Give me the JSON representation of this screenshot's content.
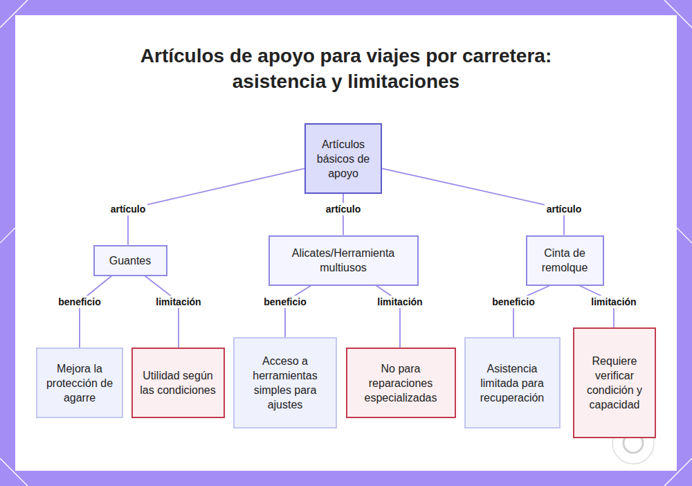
{
  "diagram": {
    "title": "Artículos de apoyo para viajes por carretera: asistencia y limitaciones",
    "nodes": [
      {
        "text": [
          "Artículos básicos de apoyo"
        ]
      },
      {
        "text": [
          "Guantes"
        ]
      },
      {
        "text": [
          "Alicates/Herramienta multiusos"
        ]
      },
      {
        "text": [
          "Cinta de remolque"
        ]
      },
      {
        "text": [
          "Mejora la protección de agarre"
        ]
      },
      {
        "text": [
          "Utilidad según las condiciones"
        ]
      },
      {
        "text": [
          "Acceso a herramientas simples para ajustes"
        ]
      },
      {
        "text": [
          "No para reparaciones especializadas"
        ]
      },
      {
        "text": [
          "Asistencia limitada para recuperación"
        ]
      },
      {
        "text": [
          "Requiere verificar condición y capacidad"
        ]
      }
    ],
    "edges": [
      {
        "from": 0,
        "to": 1,
        "label": "artículo",
        "arrow": "none"
      },
      {
        "from": 0,
        "to": 2,
        "label": "artículo",
        "arrow": "none"
      },
      {
        "from": 0,
        "to": 3,
        "label": "artículo",
        "arrow": "none"
      },
      {
        "from": 1,
        "to": 4,
        "label": "beneficio",
        "arrow": "none"
      },
      {
        "from": 1,
        "to": 5,
        "label": "limitación",
        "arrow": "none"
      },
      {
        "from": 2,
        "to": 6,
        "label": "beneficio",
        "arrow": "none"
      },
      {
        "from": 2,
        "to": 7,
        "label": "limitación",
        "arrow": "none"
      },
      {
        "from": 3,
        "to": 8,
        "label": "beneficio",
        "arrow": "none"
      },
      {
        "from": 3,
        "to": 9,
        "label": "limitación",
        "arrow": "none"
      }
    ]
  }
}
